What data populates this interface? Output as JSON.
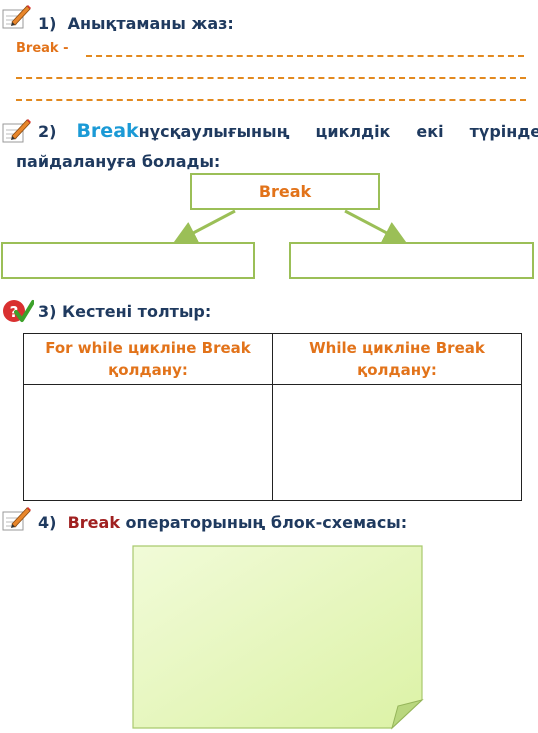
{
  "q1": {
    "number": "1)",
    "title": "Анықтаманы жаз:",
    "term": "Break -"
  },
  "q2": {
    "number": "2)",
    "keyword": "Break",
    "line1_words": [
      "нұсқаулығының",
      "циклдік",
      "екі",
      "түрінде"
    ],
    "line2": "пайдалануға болады:",
    "box_label": "Break"
  },
  "q3": {
    "number": "3)",
    "title": "Кестені толтыр:",
    "col1": [
      "For while цикліне Break",
      "қолдану:"
    ],
    "col2": [
      "While цикліне Break",
      "қолдану:"
    ]
  },
  "q4": {
    "number": "4)",
    "keyword": "Break",
    "title": "операторының блок-схемасы:"
  },
  "colors": {
    "heading": "#1f3a5f",
    "accent_orange": "#e2731a",
    "accent_blue": "#1b9ad6",
    "accent_brown": "#a02020",
    "box_border": "#9bbf57",
    "note_fill": "#e8f7c2"
  },
  "icons": [
    "pencil-notepad-icon",
    "check-question-icon"
  ]
}
